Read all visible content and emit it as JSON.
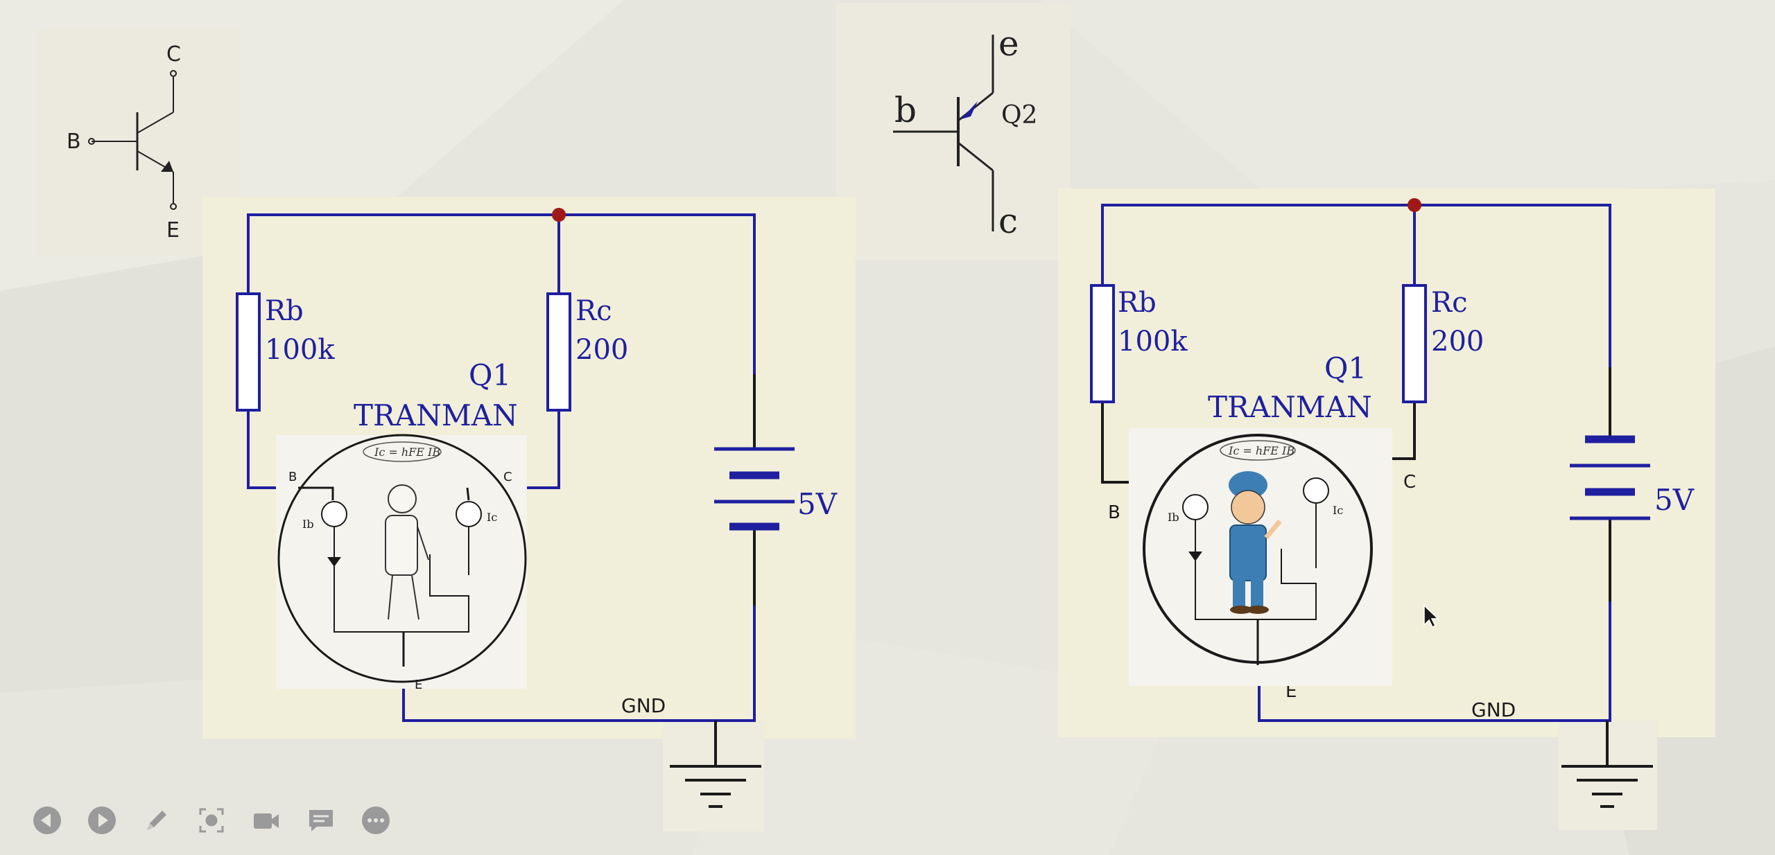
{
  "npn_symbol": {
    "collector": "C",
    "base": "B",
    "emitter": "E"
  },
  "pnp_symbol": {
    "emitter": "e",
    "base": "b",
    "collector": "c",
    "name": "Q2"
  },
  "circuit_left": {
    "rb_name": "Rb",
    "rb_value": "100k",
    "rc_name": "Rc",
    "rc_value": "200",
    "q_name": "Q1",
    "q_model": "TRANMAN",
    "supply": "5V",
    "ground": "GND",
    "pin_b": "B",
    "pin_c": "C",
    "pin_e": "E",
    "formula": "Ic = hFE IB",
    "meter_b": "Ib",
    "meter_c": "Ic"
  },
  "circuit_right": {
    "rb_name": "Rb",
    "rb_value": "100k",
    "rc_name": "Rc",
    "rc_value": "200",
    "q_name": "Q1",
    "q_model": "TRANMAN",
    "supply": "5V",
    "ground": "GND",
    "pin_b": "B",
    "pin_c": "C",
    "pin_e": "E",
    "formula": "Ic = hFE IB",
    "meter_b": "Ib",
    "meter_c": "Ic"
  },
  "colors": {
    "wire": "#1f1fa0",
    "junction": "#a01818",
    "panel": "#f1efd9",
    "ink": "#1a1a1a"
  },
  "toolbar": [
    "prev-icon",
    "next-icon",
    "pen-icon",
    "screenshot-icon",
    "camera-icon",
    "comment-icon",
    "more-icon"
  ]
}
